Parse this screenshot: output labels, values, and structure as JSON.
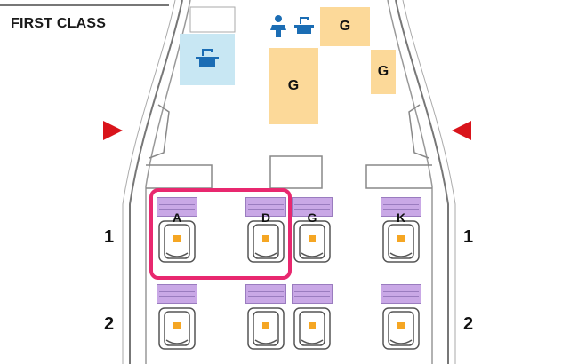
{
  "section_title": "FIRST CLASS",
  "galley_label": "G",
  "rows": [
    {
      "label": "1",
      "seats": [
        "A",
        "D",
        "G",
        "K"
      ]
    },
    {
      "label": "2",
      "seats": [
        "",
        "",
        "",
        ""
      ]
    }
  ],
  "highlighted_seats": [
    "A",
    "D"
  ],
  "colors": {
    "galley": "#fcd999",
    "lavatory": "#c8e7f3",
    "seat_tray": "#c9a8e6",
    "highlight": "#e8286f",
    "exit_arrow": "#d9141b",
    "seat_light": "#f5a623"
  },
  "icons": {
    "lavatory": "sink-icon",
    "baby_changing": "baby-changing-icon",
    "exit": "exit-arrow-icon"
  }
}
